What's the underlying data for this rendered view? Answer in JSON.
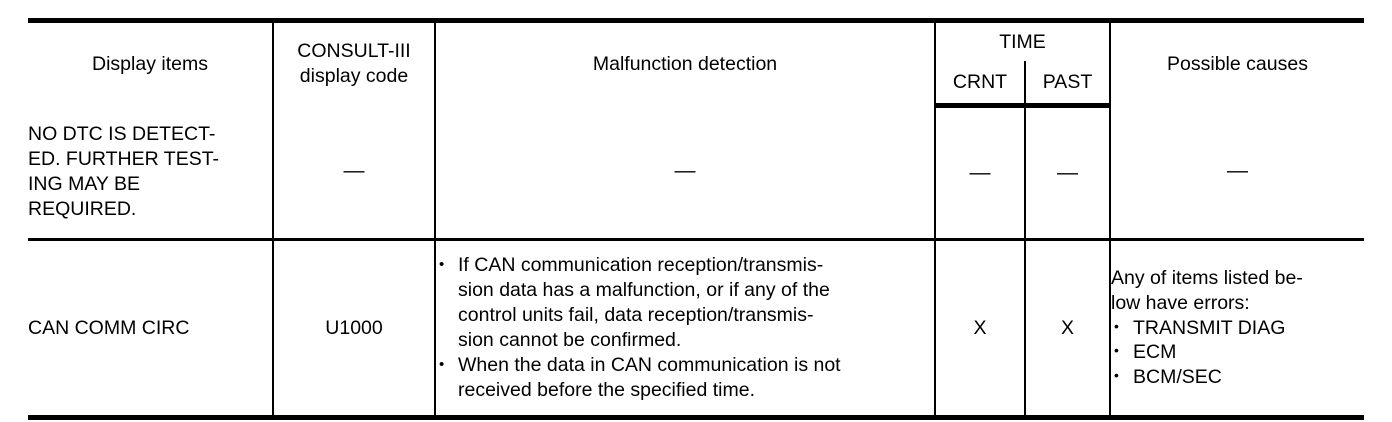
{
  "table": {
    "headers": {
      "display_items": "Display items",
      "consult_code_line1": "CONSULT-III",
      "consult_code_line2": "display code",
      "malfunction_detection": "Malfunction detection",
      "time_group": "TIME",
      "time_crnt": "CRNT",
      "time_past": "PAST",
      "possible_causes": "Possible causes"
    },
    "rows": [
      {
        "display_items_lines": [
          "NO DTC IS DETECT-",
          "ED. FURTHER TEST-",
          "ING MAY BE",
          "REQUIRED."
        ],
        "consult_code": "—",
        "malfunction_detection": "—",
        "crnt": "—",
        "past": "—",
        "possible_causes": "—"
      },
      {
        "display_items_lines": [
          "CAN COMM CIRC"
        ],
        "consult_code": "U1000",
        "malfunction_bullets": [
          [
            "If CAN communication reception/transmis-",
            "sion data has a malfunction, or if any of the",
            "control units fail, data reception/transmis-",
            "sion cannot be confirmed."
          ],
          [
            "When the data in CAN communication is not",
            "received before the specified time."
          ]
        ],
        "crnt": "X",
        "past": "X",
        "cause_intro_lines": [
          "Any of items listed be-",
          "low have errors:"
        ],
        "cause_bullets": [
          "TRANSMIT DIAG",
          "ECM",
          "BCM/SEC"
        ]
      }
    ]
  },
  "colors": {
    "text": "#000000",
    "background": "#ffffff",
    "rule": "#000000"
  }
}
